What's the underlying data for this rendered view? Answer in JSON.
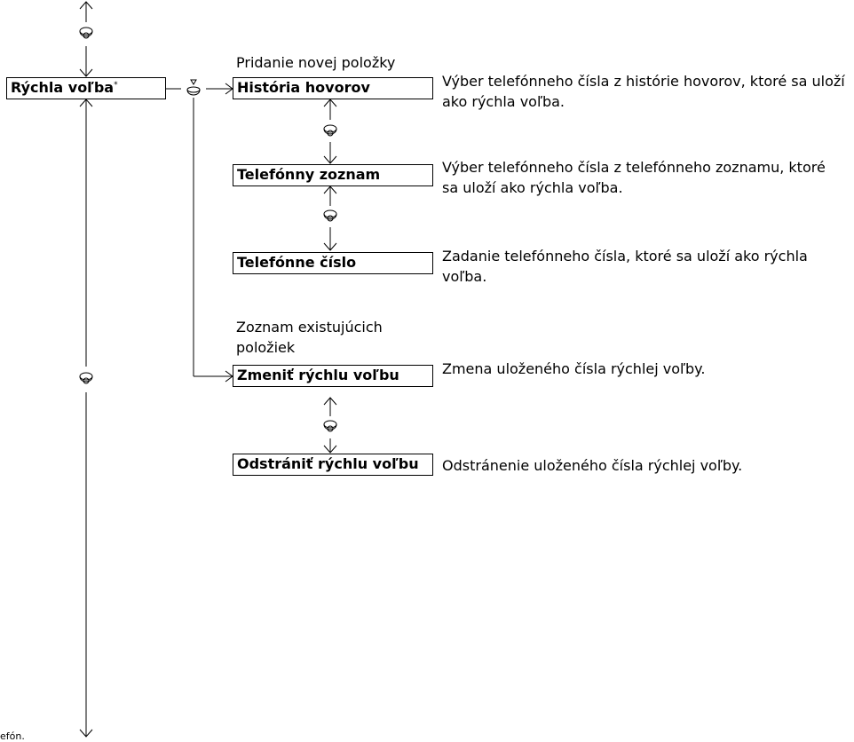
{
  "root": {
    "label": "Rýchla voľba",
    "mark": "*"
  },
  "groups": {
    "add": "Pridanie novej položky",
    "existing": "Zoznam existujúcich položiek"
  },
  "items": [
    {
      "label": "História hovorov",
      "desc": "Výber telefónneho čísla z histórie hovorov, ktoré sa uloží ako rýchla voľba."
    },
    {
      "label": "Telefónny zoznam",
      "desc": "Výber telefónneho čísla z telefónneho zoznamu, ktoré sa uloží ako rýchla voľba."
    },
    {
      "label": "Telefónne číslo",
      "desc": "Zadanie telefónneho čísla, ktoré sa uloží ako rýchla voľba."
    },
    {
      "label": "Zmeniť rýchlu voľbu",
      "desc": "Zmena uloženého čísla rýchlej voľby."
    },
    {
      "label": "Odstrániť rýchlu voľbu",
      "desc": "Odstránenie uloženého čísla rýchlej voľby."
    }
  ],
  "footnote": "efón.",
  "icons": {
    "scroll": "rotary-knob-icon",
    "select": "press-knob-icon"
  }
}
